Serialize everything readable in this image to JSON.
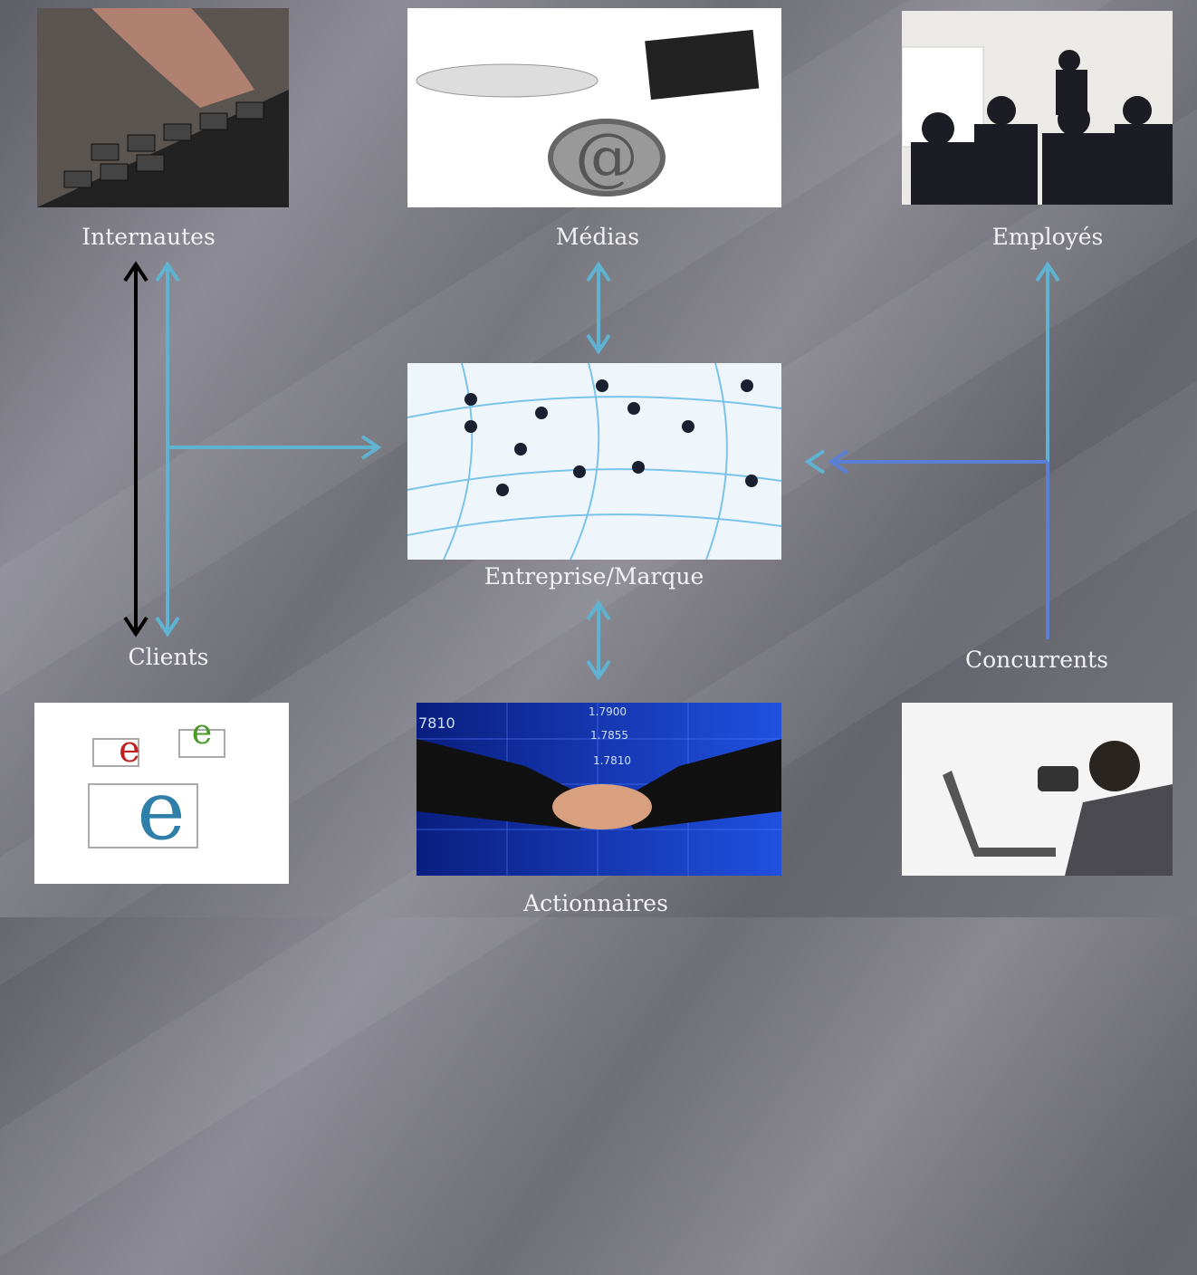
{
  "nodes": {
    "internautes": "Internautes",
    "medias": "Médias",
    "employes": "Employés",
    "entreprise": "Entreprise/Marque",
    "clients": "Clients",
    "actionnaires": "Actionnaires",
    "concurrents": "Concurrents"
  },
  "images": {
    "medias_at_symbol": "@",
    "clients_letter": "e",
    "actionnaires_ticker": [
      "1.7900",
      "1.7855",
      "1.7810",
      "7810"
    ]
  },
  "colors": {
    "light_arrow": "#5fb3d2",
    "blue_arrow": "#5a7fd6",
    "black_arrow": "#000000"
  }
}
